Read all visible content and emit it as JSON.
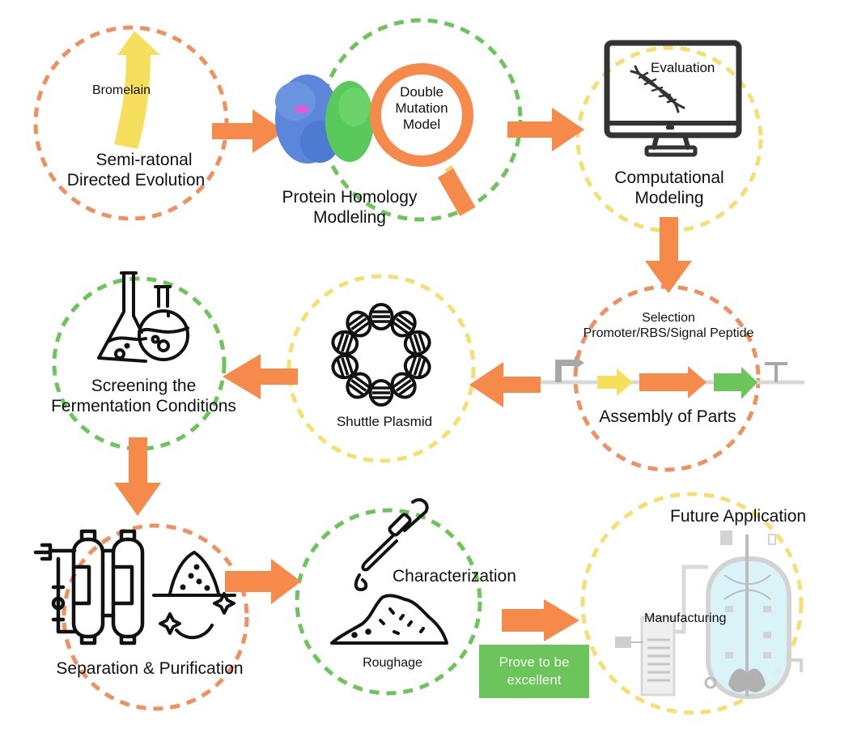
{
  "colors": {
    "orange": "#f58a4b",
    "green": "#6cc55a",
    "yellow": "#f7df5e",
    "grey": "#bdbdbd",
    "dark": "#111111",
    "badge_bg": "#6cc55a"
  },
  "steps": [
    {
      "id": "semi-rational",
      "title": "Semi-ratonal\nDirected Evolution",
      "sub": "Bromelain",
      "ring": "orange",
      "icon": "yellow-curved-arrow-icon"
    },
    {
      "id": "protein-homology",
      "title": "Protein Homology\nModleling",
      "sub": "Double\nMutation\nModel",
      "ring": "green",
      "icon": "magnifier-icon"
    },
    {
      "id": "computational",
      "title": "Computational\nModeling",
      "sub": "Evaluation",
      "ring": "yellow",
      "icon": "monitor-dna-icon"
    },
    {
      "id": "assembly",
      "title": "Assembly of Parts",
      "sub": "Selection\nPromoter/RBS/Signal Peptide",
      "ring": "orange",
      "icon": "genetic-circuit-icon"
    },
    {
      "id": "shuttle",
      "title": "Shuttle Plasmid",
      "ring": "yellow",
      "icon": "plasmid-icon"
    },
    {
      "id": "screening",
      "title": "Screening the\nFermentation Conditions",
      "ring": "green",
      "icon": "flasks-icon"
    },
    {
      "id": "separation",
      "title": "Separation & Purification",
      "ring": "orange",
      "icon": "purification-columns-icon"
    },
    {
      "id": "characterization",
      "title": "Characterization",
      "sub": "Roughage",
      "ring": "green",
      "icon": "dropper-powder-icon"
    },
    {
      "id": "future",
      "title": "Future Application",
      "sub": "Manufacturing",
      "ring": "yellow",
      "icon": "bioreactor-icon"
    }
  ],
  "labels": {
    "bromelain": "Bromelain",
    "semi_1": "Semi-ratonal",
    "semi_2": "Directed Evolution",
    "double": "Double",
    "mutation": "Mutation",
    "model": "Model",
    "homology_1": "Protein Homology",
    "homology_2": "Modleling",
    "evaluation": "Evaluation",
    "comp_1": "Computational",
    "comp_2": "Modeling",
    "selection": "Selection",
    "promoter": "Promoter/RBS/Signal Peptide",
    "assembly": "Assembly of Parts",
    "shuttle": "Shuttle Plasmid",
    "screening_1": "Screening the",
    "screening_2": "Fermentation Conditions",
    "separation": "Separation & Purification",
    "characterization": "Characterization",
    "roughage": "Roughage",
    "prove_1": "Prove to be",
    "prove_2": "excellent",
    "future": "Future Application",
    "manufacturing": "Manufacturing"
  },
  "flow": [
    {
      "from": "semi-rational",
      "to": "protein-homology",
      "dir": "right"
    },
    {
      "from": "protein-homology",
      "to": "computational",
      "dir": "right"
    },
    {
      "from": "computational",
      "to": "assembly",
      "dir": "down"
    },
    {
      "from": "assembly",
      "to": "shuttle",
      "dir": "left"
    },
    {
      "from": "shuttle",
      "to": "screening",
      "dir": "left"
    },
    {
      "from": "screening",
      "to": "separation",
      "dir": "down"
    },
    {
      "from": "separation",
      "to": "characterization",
      "dir": "right"
    },
    {
      "from": "characterization",
      "to": "future",
      "dir": "right"
    }
  ]
}
